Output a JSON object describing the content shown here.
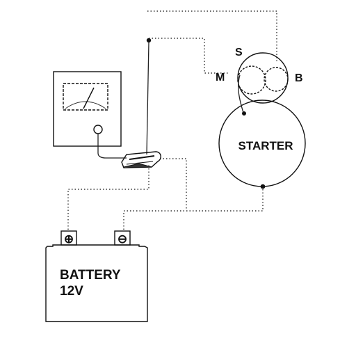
{
  "starter": {
    "label": "STARTER",
    "terminal_s": "S",
    "terminal_m": "M",
    "terminal_b": "B"
  },
  "battery": {
    "label_line1": "BATTERY",
    "label_line2": "12V",
    "positive_symbol": "⊕",
    "negative_symbol": "⊖"
  },
  "meter": {
    "icon": "voltmeter-icon"
  },
  "clamp": {
    "icon": "test-clamp-icon"
  }
}
